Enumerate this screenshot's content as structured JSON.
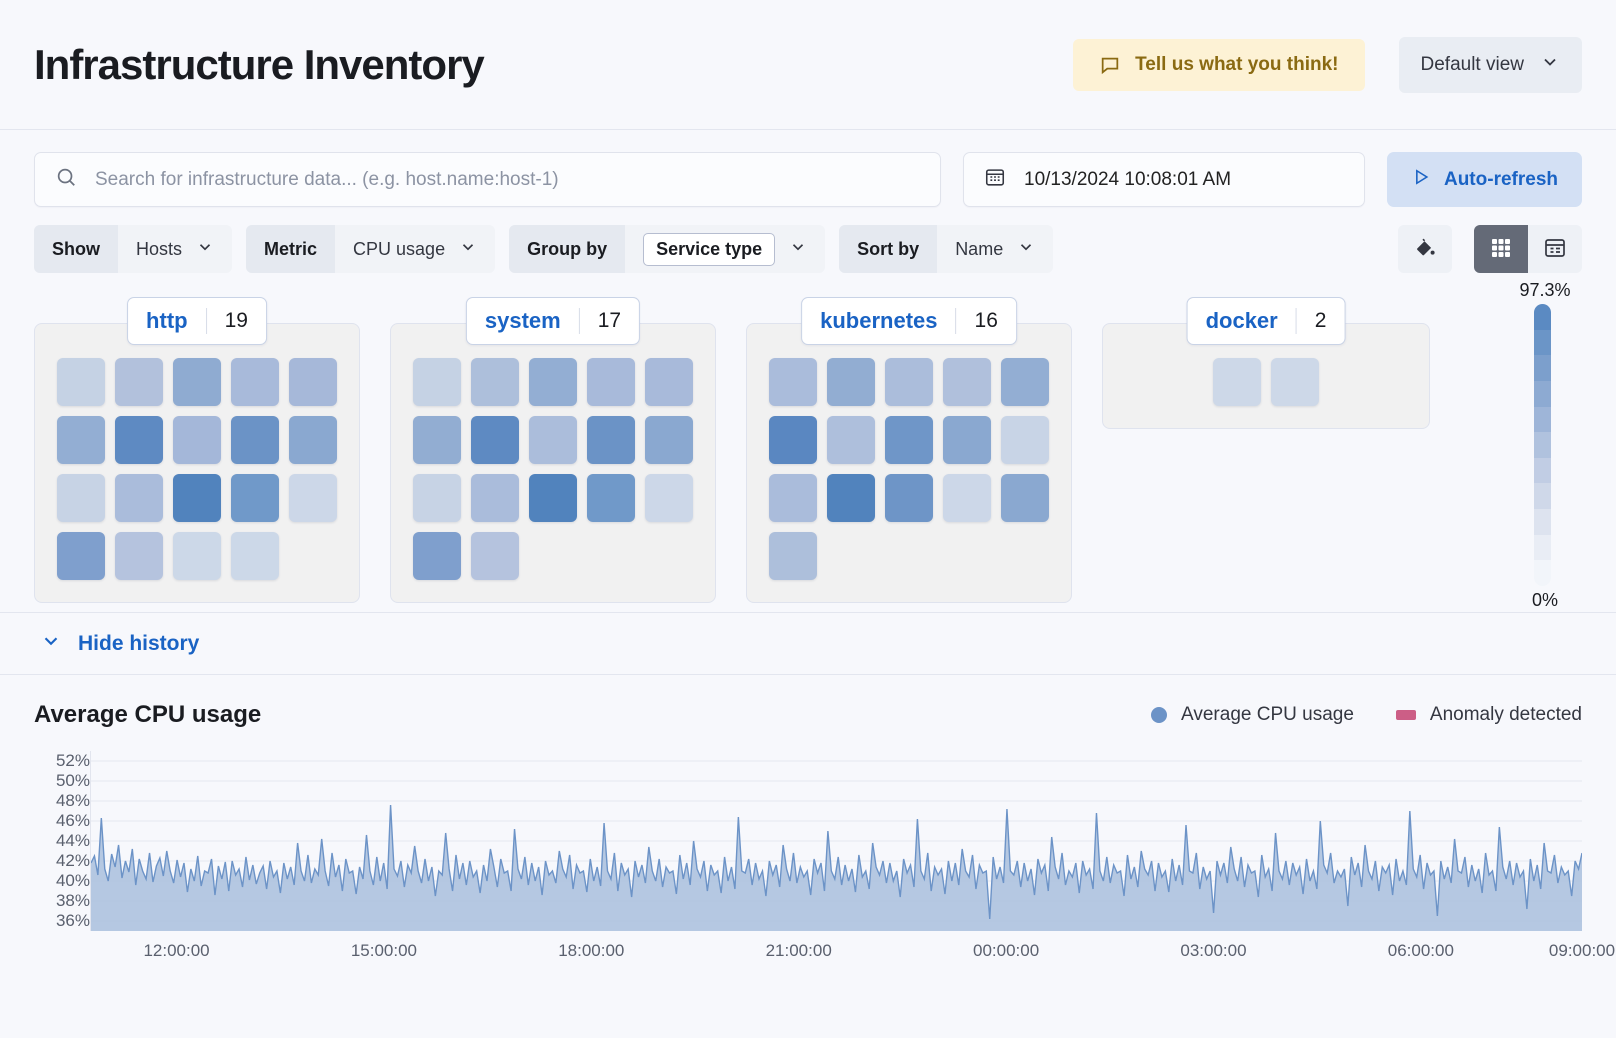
{
  "header": {
    "title": "Infrastructure Inventory",
    "feedback_label": "Tell us what you think!",
    "view_label": "Default view"
  },
  "search": {
    "placeholder": "Search for infrastructure data... (e.g. host.name:host-1)",
    "value": ""
  },
  "datepicker": {
    "value": "10/13/2024 10:08:01 AM"
  },
  "refresh": {
    "label": "Auto-refresh"
  },
  "controls": [
    {
      "label": "Show",
      "value": "Hosts",
      "boxed": false
    },
    {
      "label": "Metric",
      "value": "CPU usage",
      "boxed": false
    },
    {
      "label": "Group by",
      "value": "Service type",
      "boxed": true
    },
    {
      "label": "Sort by",
      "value": "Name",
      "boxed": false
    }
  ],
  "view_toggle": {
    "palette_icon": "color-fill-icon",
    "grid_icon": "grid-view-icon",
    "table_icon": "table-view-icon",
    "active": "grid"
  },
  "legend_scale": {
    "max_label": "97.3%",
    "min_label": "0%",
    "colors": [
      "#5b8ac2",
      "#6b95c7",
      "#7c9fcc",
      "#8daad2",
      "#9eb5d8",
      "#b0c2de",
      "#c1cde4",
      "#cfd8e9",
      "#dde3ef",
      "#e9edf5",
      "#f2f5fa"
    ]
  },
  "groups": [
    {
      "name": "http",
      "count": "19",
      "nodes": [
        "#c5d2e4",
        "#b2c1dc",
        "#8fabd1",
        "#a8bada",
        "#a6b8d9",
        "#93aed3",
        "#5e8ac2",
        "#a4b7d9",
        "#6b93c6",
        "#8aa8d0",
        "#c7d3e5",
        "#aabcdb",
        "#5183bd",
        "#7099c9",
        "#ccd7e8",
        "#7f9fcd",
        "#b5c3de",
        "#ccd8e8",
        "#ccd8e8"
      ]
    },
    {
      "name": "system",
      "count": "17",
      "nodes": [
        "#c5d2e4",
        "#adbfdb",
        "#93aed3",
        "#a8bada",
        "#a8bada",
        "#92add2",
        "#5e8ac2",
        "#abbddb",
        "#6b93c6",
        "#8aa8d0",
        "#c7d3e5",
        "#aabcdb",
        "#5183bd",
        "#7099c9",
        "#ccd7e8",
        "#7f9fcd",
        "#b5c3de"
      ]
    },
    {
      "name": "kubernetes",
      "count": "16",
      "nodes": [
        "#aabcdb",
        "#92add2",
        "#abbddb",
        "#b0c0dc",
        "#93aed3",
        "#5a87c1",
        "#aebfdc",
        "#6f96c8",
        "#8aa8d0",
        "#c8d4e6",
        "#aabcdb",
        "#5183bd",
        "#6e95c7",
        "#ccd7e8",
        "#8aa8d0",
        "#adbfdb"
      ]
    },
    {
      "name": "docker",
      "count": "2",
      "nodes": [
        "#cdd8e8",
        "#cdd8e8"
      ]
    }
  ],
  "history": {
    "toggle_label": "Hide history"
  },
  "chart_data": {
    "type": "area",
    "title": "Average CPU usage",
    "xlabel": "",
    "ylabel": "",
    "ylim": [
      35,
      53
    ],
    "grid": true,
    "legend_position": "top-right",
    "legend": [
      {
        "name": "Average CPU usage",
        "color": "#6c93c7",
        "marker": "circle"
      },
      {
        "name": "Anomaly detected",
        "color": "#cc5e86",
        "marker": "square"
      }
    ],
    "yticks": [
      "52%",
      "50%",
      "48%",
      "46%",
      "44%",
      "42%",
      "40%",
      "38%",
      "36%"
    ],
    "ytick_values": [
      52,
      50,
      48,
      46,
      44,
      42,
      40,
      38,
      36
    ],
    "xticks": [
      "12:00:00",
      "15:00:00",
      "18:00:00",
      "21:00:00",
      "00:00:00",
      "03:00:00",
      "06:00:00",
      "09:00:00"
    ],
    "xtick_positions": [
      0.058,
      0.197,
      0.336,
      0.475,
      0.614,
      0.753,
      0.892,
      1.0
    ],
    "series": [
      {
        "name": "Average CPU usage",
        "color": "#6c93c7",
        "fill": "#a9c0dd",
        "values": [
          41.8,
          42.5,
          40.6,
          46.3,
          41.2,
          40.0,
          42.7,
          41.4,
          43.6,
          40.3,
          42.0,
          40.9,
          43.2,
          39.6,
          42.2,
          41.0,
          40.2,
          42.8,
          39.9,
          41.5,
          42.3,
          40.5,
          43.0,
          41.0,
          39.8,
          42.1,
          40.4,
          41.8,
          38.9,
          41.2,
          40.0,
          42.5,
          39.5,
          41.0,
          40.8,
          42.2,
          38.6,
          41.5,
          40.2,
          41.9,
          39.0,
          42.0,
          40.6,
          41.2,
          39.4,
          42.4,
          40.1,
          41.6,
          39.7,
          40.8,
          41.5,
          39.2,
          42.0,
          40.4,
          41.0,
          38.8,
          41.8,
          40.2,
          41.4,
          39.6,
          43.8,
          41.0,
          40.0,
          42.6,
          39.8,
          41.2,
          40.6,
          44.2,
          41.0,
          39.5,
          42.8,
          40.4,
          41.6,
          39.0,
          42.2,
          40.8,
          41.0,
          38.7,
          41.4,
          40.2,
          44.6,
          41.0,
          39.6,
          42.4,
          40.0,
          41.8,
          39.2,
          47.6,
          41.2,
          40.5,
          42.0,
          39.4,
          41.6,
          40.8,
          43.5,
          41.0,
          39.8,
          42.2,
          40.0,
          41.4,
          38.5,
          41.0,
          40.6,
          44.8,
          41.2,
          39.0,
          42.6,
          40.2,
          41.8,
          39.6,
          42.0,
          40.4,
          41.0,
          38.8,
          41.6,
          40.0,
          43.2,
          41.4,
          39.4,
          42.2,
          40.8,
          41.0,
          39.0,
          45.2,
          41.2,
          40.2,
          42.4,
          39.6,
          41.8,
          40.0,
          41.4,
          38.6,
          42.0,
          40.6,
          41.0,
          39.8,
          43.0,
          41.2,
          40.4,
          42.6,
          39.2,
          41.6,
          40.8,
          41.0,
          38.9,
          42.2,
          40.0,
          41.4,
          39.5,
          45.8,
          41.0,
          40.2,
          42.8,
          39.0,
          41.8,
          40.6,
          41.2,
          38.4,
          42.0,
          40.4,
          41.6,
          39.8,
          43.4,
          41.0,
          40.0,
          42.2,
          39.4,
          41.4,
          40.8,
          41.0,
          38.7,
          42.6,
          40.2,
          41.8,
          39.6,
          44.0,
          41.2,
          40.4,
          42.0,
          39.0,
          41.6,
          40.6,
          41.0,
          38.8,
          42.4,
          40.0,
          41.4,
          39.2,
          46.4,
          41.0,
          40.8,
          42.2,
          39.6,
          41.8,
          40.2,
          41.0,
          38.5,
          42.0,
          40.6,
          41.6,
          39.4,
          43.6,
          41.2,
          40.0,
          42.8,
          39.8,
          41.4,
          40.4,
          41.0,
          38.6,
          42.2,
          40.8,
          41.8,
          39.0,
          45.0,
          41.0,
          40.2,
          42.4,
          39.6,
          41.6,
          40.0,
          41.2,
          38.9,
          42.6,
          40.4,
          41.0,
          39.2,
          43.8,
          41.4,
          40.6,
          42.0,
          39.8,
          41.8,
          40.0,
          41.0,
          38.4,
          42.2,
          40.8,
          41.6,
          39.4,
          46.2,
          41.0,
          40.2,
          42.8,
          39.0,
          41.4,
          40.6,
          41.2,
          38.7,
          42.0,
          40.0,
          41.8,
          39.6,
          43.2,
          41.0,
          40.4,
          42.6,
          39.2,
          41.6,
          40.8,
          41.0,
          36.2,
          42.4,
          40.2,
          41.4,
          39.8,
          47.2,
          41.0,
          40.6,
          42.0,
          39.4,
          41.8,
          40.0,
          41.2,
          38.6,
          42.2,
          40.8,
          41.6,
          39.0,
          44.4,
          41.4,
          40.2,
          42.8,
          39.6,
          41.0,
          40.4,
          41.8,
          38.8,
          42.0,
          40.6,
          41.2,
          39.2,
          46.8,
          41.0,
          40.0,
          42.4,
          39.8,
          41.6,
          40.8,
          41.0,
          38.5,
          42.6,
          40.2,
          41.4,
          39.4,
          43.0,
          41.2,
          40.6,
          42.0,
          39.0,
          41.8,
          40.4,
          41.0,
          38.9,
          42.2,
          40.0,
          41.6,
          39.6,
          45.6,
          41.0,
          40.8,
          42.8,
          39.2,
          41.4,
          40.2,
          41.0,
          36.8,
          42.0,
          40.6,
          41.8,
          39.8,
          43.4,
          41.2,
          40.0,
          42.4,
          39.4,
          41.6,
          40.8,
          41.0,
          38.4,
          42.6,
          40.4,
          41.2,
          39.0,
          44.8,
          41.0,
          40.2,
          42.0,
          39.6,
          41.8,
          40.6,
          41.4,
          38.7,
          42.2,
          40.0,
          41.0,
          39.2,
          46.0,
          41.6,
          40.8,
          42.8,
          39.8,
          41.0,
          40.4,
          41.2,
          37.5,
          42.4,
          40.6,
          41.8,
          39.4,
          43.6,
          41.0,
          40.2,
          42.0,
          39.0,
          41.4,
          40.8,
          41.6,
          38.6,
          42.2,
          40.0,
          41.0,
          39.6,
          47.0,
          41.2,
          40.4,
          42.6,
          39.2,
          41.8,
          40.6,
          41.0,
          36.5,
          42.0,
          40.2,
          41.4,
          39.8,
          44.2,
          41.0,
          40.8,
          42.4,
          39.4,
          41.6,
          40.0,
          41.2,
          38.8,
          42.8,
          40.6,
          41.0,
          39.0,
          45.4,
          41.4,
          40.2,
          42.0,
          39.6,
          41.8,
          40.4,
          41.0,
          37.2,
          42.2,
          40.0,
          41.6,
          39.2,
          43.8,
          41.0,
          40.8,
          42.6,
          39.8,
          41.4,
          40.6,
          41.0,
          38.5,
          42.0,
          41.2,
          42.8
        ]
      }
    ]
  }
}
